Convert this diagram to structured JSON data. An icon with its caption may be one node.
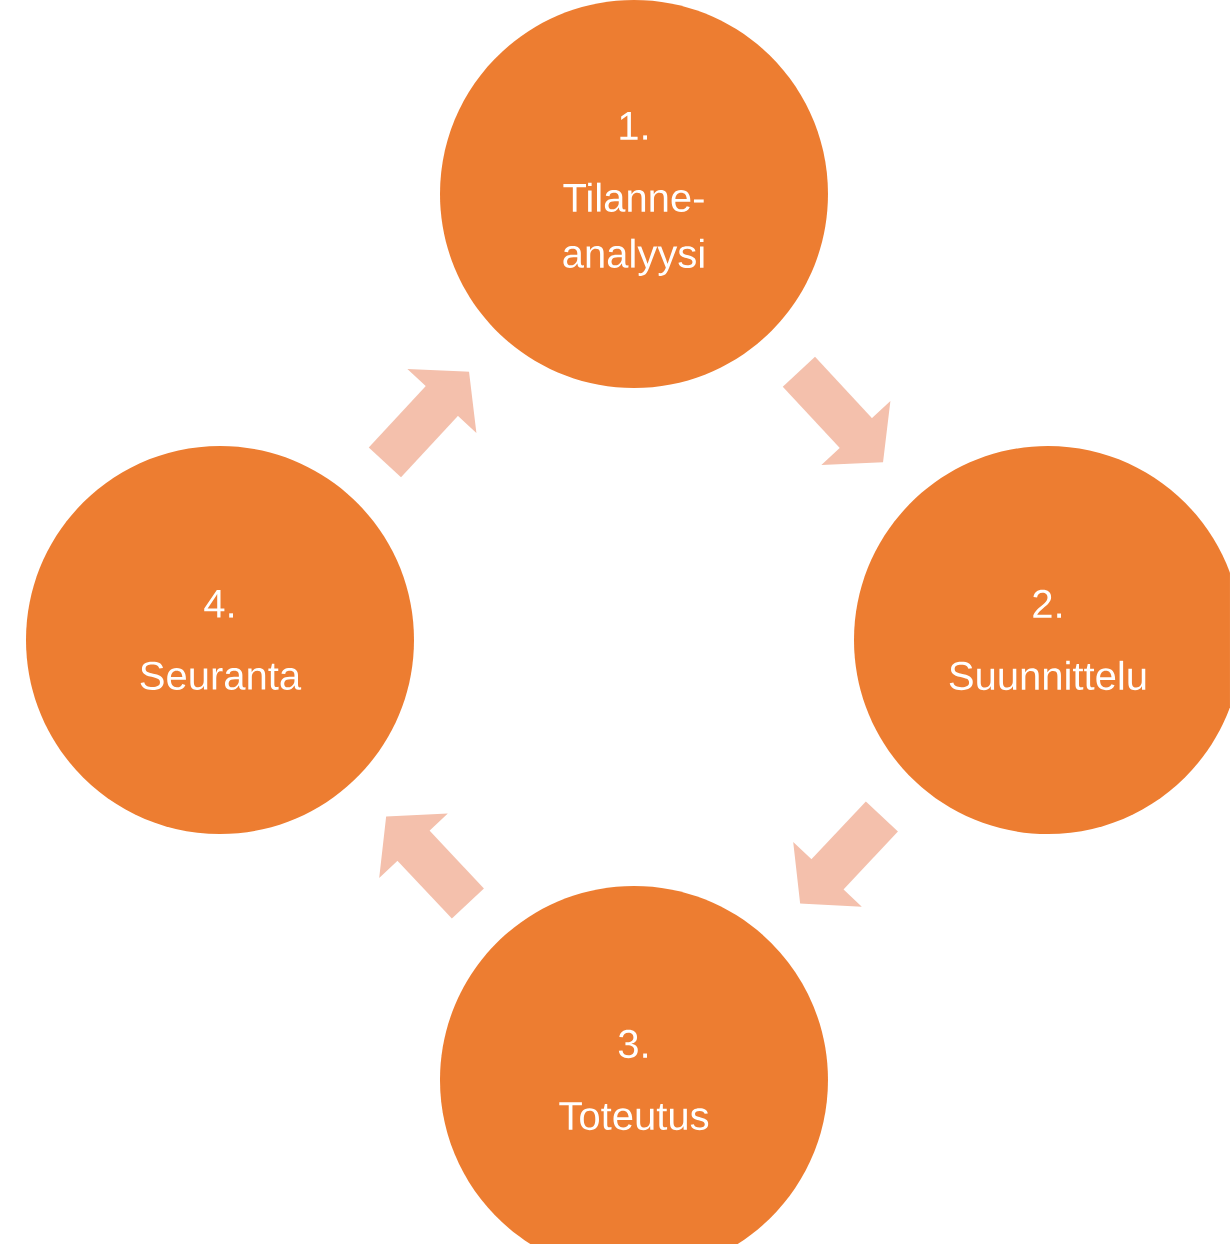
{
  "diagram": {
    "nodes": [
      {
        "text": [
          "1.",
          "Tilanne-analyysi"
        ]
      },
      {
        "text": [
          "2.",
          "Suunnittelu"
        ]
      },
      {
        "text": [
          "3.",
          "Toteutus"
        ]
      },
      {
        "text": [
          "4.",
          "Seuranta"
        ]
      }
    ],
    "edges": [
      {
        "from": 0,
        "to": 1,
        "arrow": "to"
      },
      {
        "from": 1,
        "to": 2,
        "arrow": "to"
      },
      {
        "from": 2,
        "to": 3,
        "arrow": "to"
      },
      {
        "from": 3,
        "to": 0,
        "arrow": "to"
      }
    ]
  }
}
